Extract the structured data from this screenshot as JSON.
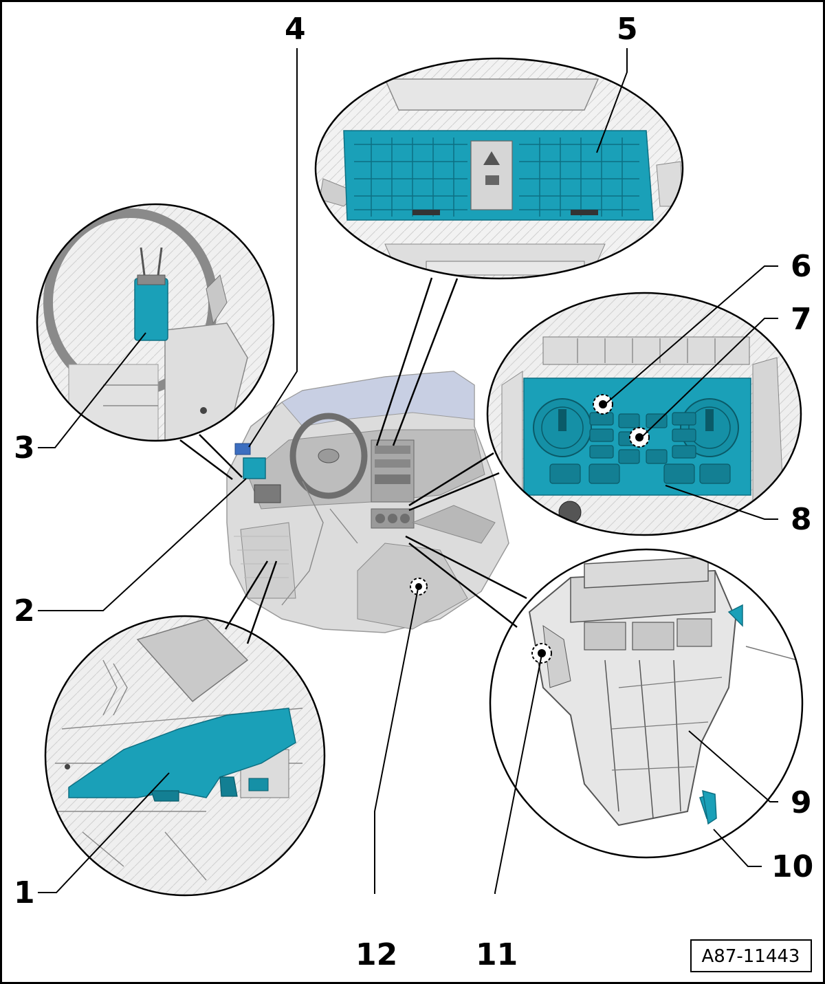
{
  "figure": {
    "reference_code": "A87-11443"
  },
  "callouts": [
    {
      "id": 1,
      "label": "1"
    },
    {
      "id": 2,
      "label": "2"
    },
    {
      "id": 3,
      "label": "3"
    },
    {
      "id": 4,
      "label": "4"
    },
    {
      "id": 5,
      "label": "5"
    },
    {
      "id": 6,
      "label": "6"
    },
    {
      "id": 7,
      "label": "7"
    },
    {
      "id": 8,
      "label": "8"
    },
    {
      "id": 9,
      "label": "9"
    },
    {
      "id": 10,
      "label": "10"
    },
    {
      "id": 11,
      "label": "11"
    },
    {
      "id": 12,
      "label": "12"
    }
  ],
  "colors": {
    "highlight": "#1aa0b8",
    "frame": "#000000",
    "line_art": "#8a8a8a"
  }
}
